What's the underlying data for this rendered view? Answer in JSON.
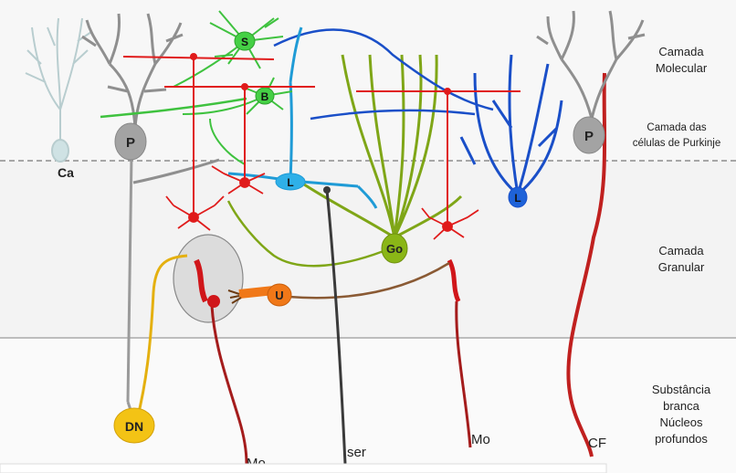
{
  "layers": {
    "molecular": [
      "Camada",
      "Molecular"
    ],
    "purkinje": [
      "Camada das",
      "células de Purkinje"
    ],
    "granular": [
      "Camada",
      "Granular"
    ],
    "white_matter": [
      "Substância",
      "branca",
      "Núcleos",
      "profundos"
    ]
  },
  "cells": {
    "stellate": "S",
    "basket": "B",
    "purkinje_left": "P",
    "purkinje_right": "P",
    "candelabrum": "Ca",
    "lugaro_middle": "L",
    "lugaro_right": "L",
    "golgi": "Go",
    "unipolar_brush": "U",
    "dentate_nucleus": "DN"
  },
  "fibers": {
    "mossy_left": "Mo",
    "serotonergic": "ser",
    "mossy_right": "Mo",
    "climbing": "CF"
  },
  "colors": {
    "purkinje": "#9a9a9a",
    "granule": "#e01b1b",
    "mossy": "#a41c1c",
    "stellate_basket": "#3fc23f",
    "golgi": "#7fa617",
    "lugaro": "#1f9bd6",
    "lugaro_right": "#1a4fc8",
    "unipolar_brush": "#f07818",
    "dentate": "#f3c315",
    "glomerulus": "#c8c8c8"
  }
}
